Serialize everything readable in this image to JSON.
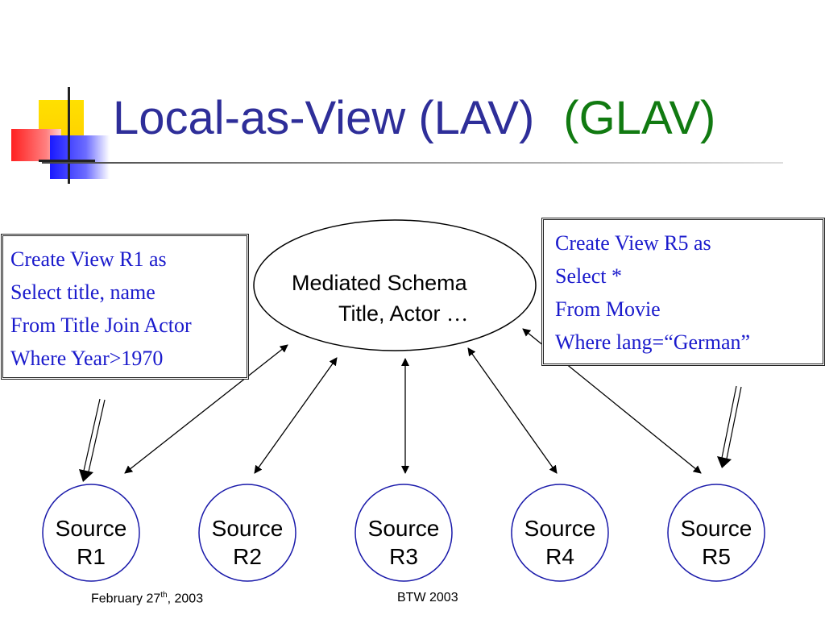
{
  "slide": {
    "title_main": "Local-as-View (LAV)",
    "title_accent": "(GLAV)"
  },
  "mediated_schema": {
    "name": "Mediated Schema",
    "attributes": "Title, Actor",
    "ellipsis": "…"
  },
  "view_left": {
    "lines": [
      "Create View R1 as",
      "Select title, name",
      "From Title Join Actor",
      "Where Year>1970"
    ]
  },
  "view_right": {
    "lines": [
      "Create View R5 as",
      "Select *",
      "From Movie",
      "Where  lang=“German”"
    ]
  },
  "sources": [
    {
      "line1": "Source",
      "line2": "R1"
    },
    {
      "line1": "Source",
      "line2": "R2"
    },
    {
      "line1": "Source",
      "line2": "R3"
    },
    {
      "line1": "Source",
      "line2": "R4"
    },
    {
      "line1": "Source",
      "line2": "R5"
    }
  ],
  "footer": {
    "date_prefix": "February 27",
    "date_sup": "th",
    "date_suffix": ", 2003",
    "event": "BTW 2003"
  },
  "colors": {
    "title_main": "#2e2e99",
    "title_accent": "#117a11",
    "code_text": "#1a1acc",
    "source_outline": "#1a1aaa"
  }
}
